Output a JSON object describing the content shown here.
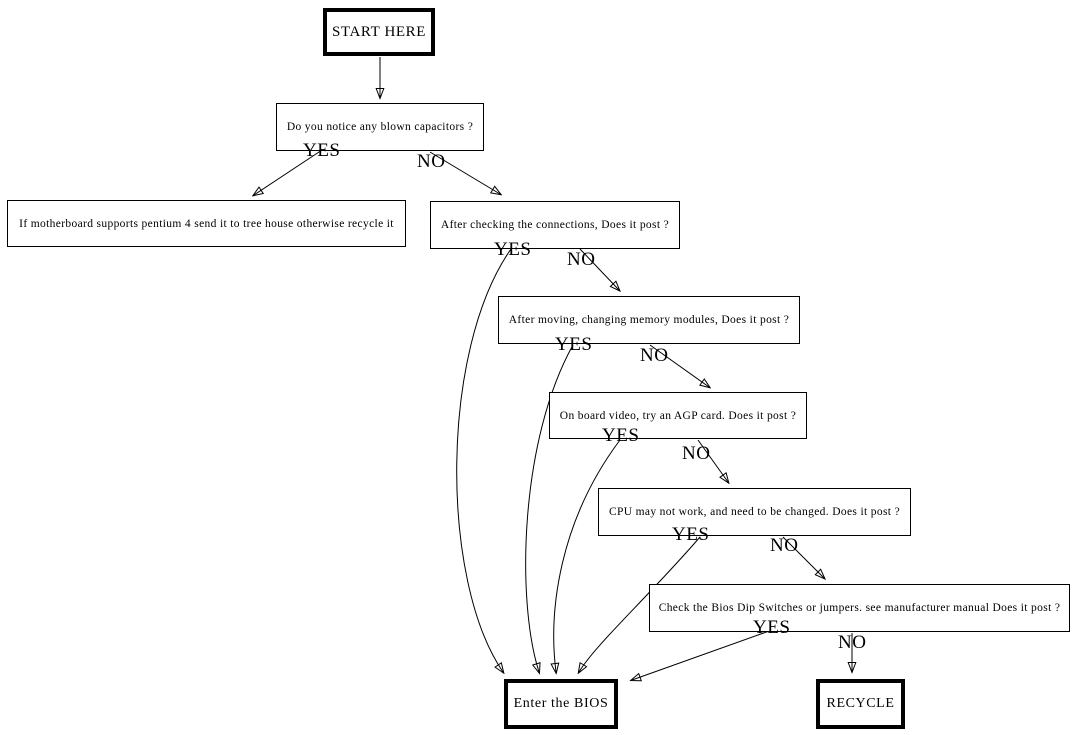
{
  "diagram": {
    "type": "flowchart",
    "background_color": "#ffffff",
    "line_color": "#000000",
    "nodes": {
      "start": {
        "label": "START HERE",
        "shape": "bold-box"
      },
      "blown_capacitors": {
        "label": "Do you notice any blown capacitors ?",
        "shape": "box"
      },
      "pentium_tree_house": {
        "label": "If motherboard supports pentium 4 send it to tree house otherwise recycle it",
        "shape": "box"
      },
      "check_connections": {
        "label": "After checking the connections, Does it post ?",
        "shape": "box"
      },
      "memory_modules": {
        "label": "After moving, changing memory modules, Does it post ?",
        "shape": "box"
      },
      "agp_card": {
        "label": "On board video, try an AGP card. Does it post ?",
        "shape": "box"
      },
      "cpu_change": {
        "label": "CPU may not work, and need to be changed. Does it post ?",
        "shape": "box"
      },
      "dip_switches": {
        "label": "Check the Bios Dip Switches or jumpers. see manufacturer manual Does it post ?",
        "shape": "box"
      },
      "enter_bios": {
        "label": "Enter the BIOS",
        "shape": "bold-box"
      },
      "recycle": {
        "label": "RECYCLE",
        "shape": "bold-box"
      }
    },
    "edges": [
      {
        "from": "start",
        "to": "blown_capacitors",
        "label": ""
      },
      {
        "from": "blown_capacitors",
        "to": "pentium_tree_house",
        "label": "YES"
      },
      {
        "from": "blown_capacitors",
        "to": "check_connections",
        "label": "NO"
      },
      {
        "from": "check_connections",
        "to": "enter_bios",
        "label": "YES"
      },
      {
        "from": "check_connections",
        "to": "memory_modules",
        "label": "NO"
      },
      {
        "from": "memory_modules",
        "to": "enter_bios",
        "label": "YES"
      },
      {
        "from": "memory_modules",
        "to": "agp_card",
        "label": "NO"
      },
      {
        "from": "agp_card",
        "to": "enter_bios",
        "label": "YES"
      },
      {
        "from": "agp_card",
        "to": "cpu_change",
        "label": "NO"
      },
      {
        "from": "cpu_change",
        "to": "enter_bios",
        "label": "YES"
      },
      {
        "from": "cpu_change",
        "to": "dip_switches",
        "label": "NO"
      },
      {
        "from": "dip_switches",
        "to": "enter_bios",
        "label": "YES"
      },
      {
        "from": "dip_switches",
        "to": "recycle",
        "label": "NO"
      }
    ]
  }
}
